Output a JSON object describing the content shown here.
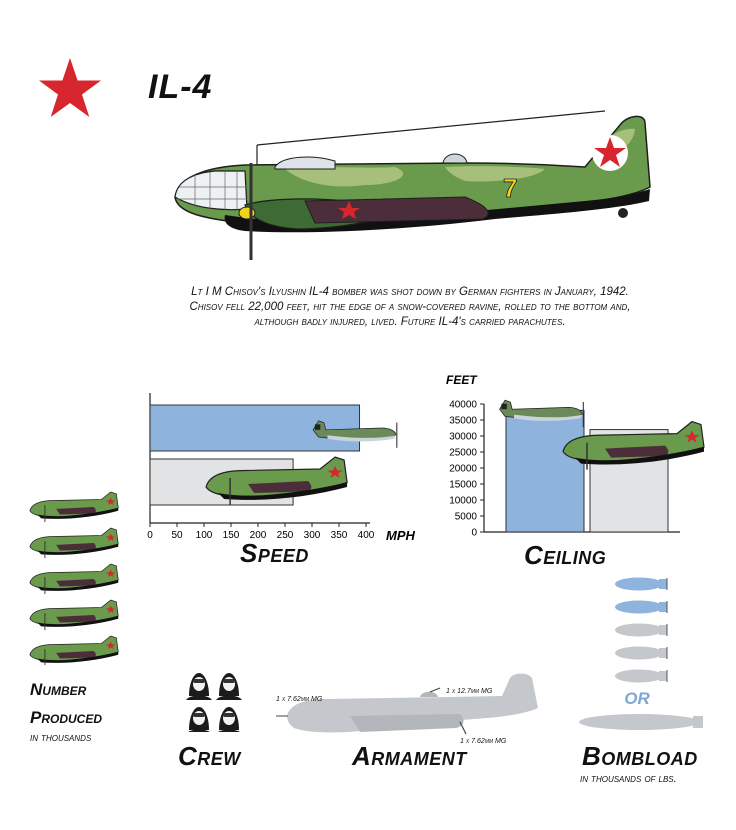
{
  "header": {
    "title": "IL-4"
  },
  "caption": {
    "line1": "Lt I M Chisov's Ilyushin IL-4 bomber was shot down by German fighters in January, 1942.",
    "line2": "Chisov fell 22,000 feet, hit the edge of a snow-covered ravine, rolled to the bottom and,",
    "line3": "although badly injured, lived. Future IL-4's carried parachutes."
  },
  "aircraft": {
    "tail_number": "7"
  },
  "colors": {
    "star": "#d7262e",
    "blue": "#8eb3dc",
    "gray": "#e2e3e5",
    "camo_green": "#5f8f45",
    "camo_light": "#9cb973",
    "belly": "#111111"
  },
  "chart_data": [
    {
      "type": "bar",
      "orientation": "horizontal",
      "categories": [
        "German fighter",
        "IL-4"
      ],
      "values": [
        388,
        265
      ],
      "xlabel": "MPH",
      "xlim": [
        0,
        400
      ],
      "xticks": [
        0,
        50,
        100,
        150,
        200,
        250,
        300,
        350,
        400
      ],
      "title": "Speed",
      "colors": [
        "#8eb3dc",
        "#e2e3e5"
      ]
    },
    {
      "type": "bar",
      "orientation": "vertical",
      "categories": [
        "German fighter",
        "IL-4"
      ],
      "values": [
        38000,
        32000
      ],
      "ylabel": "Feet",
      "ylim": [
        0,
        40000
      ],
      "yticks": [
        0,
        5000,
        10000,
        15000,
        20000,
        25000,
        30000,
        35000,
        40000
      ],
      "title": "Ceiling",
      "colors": [
        "#8eb3dc",
        "#e2e3e5"
      ]
    },
    {
      "type": "pictogram",
      "title": "Number",
      "title_line2": "Produced",
      "subtitle": "in thousands",
      "value": 5
    },
    {
      "type": "pictogram",
      "title": "Crew",
      "value": 4
    },
    {
      "type": "pictogram",
      "title": "Bombload",
      "subtitle": "in thousands of lbs.",
      "or_label": "or",
      "bombs_highlighted": 2,
      "bombs_total": 5
    }
  ],
  "armament": {
    "title": "Armament",
    "mg_nose": "1 x 7.62mm MG",
    "mg_dorsal": "1 x 12.7mm MG",
    "mg_ventral": "1 x 7.62mm MG"
  }
}
